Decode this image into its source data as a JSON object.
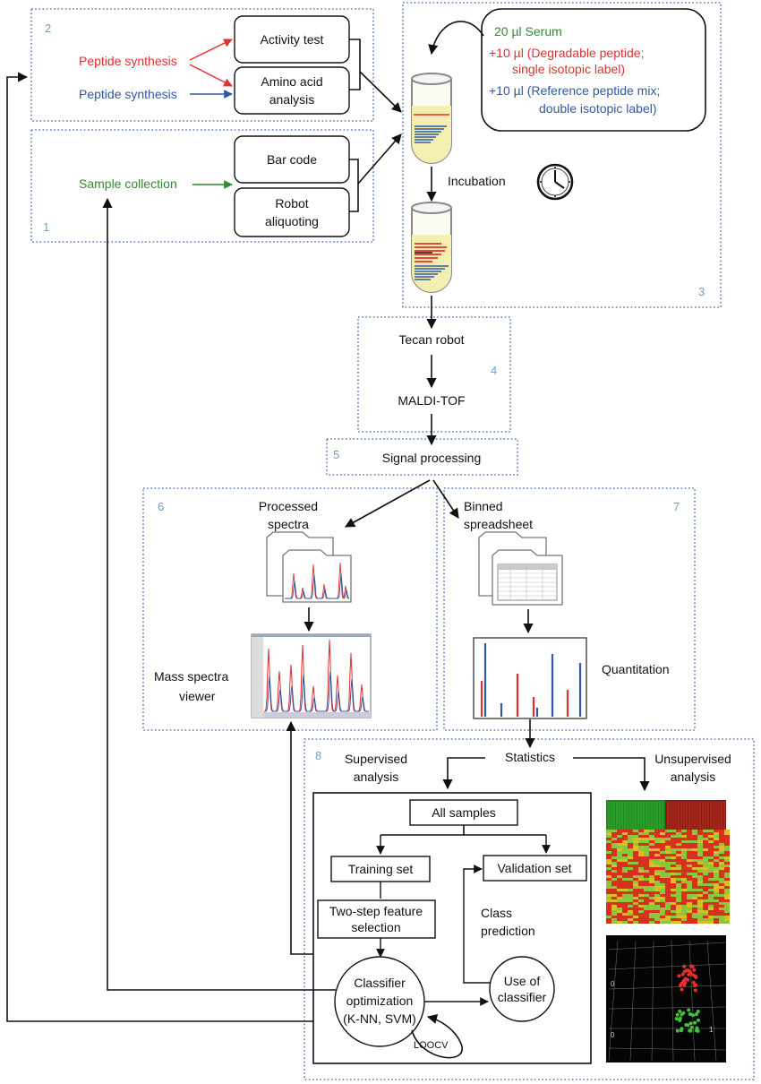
{
  "panels": {
    "p1": "1",
    "p2": "2",
    "p3": "3",
    "p4": "4",
    "p5": "5",
    "p6": "6",
    "p7": "7",
    "p8": "8"
  },
  "panel2": {
    "peptide_synthesis_red": "Peptide synthesis",
    "peptide_synthesis_blue": "Peptide synthesis",
    "activity_test": "Activity test",
    "amino_acid_line1": "Amino acid",
    "amino_acid_line2": "analysis"
  },
  "panel1": {
    "sample_collection": "Sample collection",
    "bar_code": "Bar code",
    "robot_line1": "Robot",
    "robot_line2": "aliquoting"
  },
  "panel3": {
    "serum": "20 µl Serum",
    "degradable_line1": "+10 µl (Degradable peptide;",
    "degradable_line2": "single isotopic label)",
    "reference_line1": "+10 µl (Reference peptide mix;",
    "reference_line2": "double isotopic label)",
    "incubation": "Incubation"
  },
  "panel4": {
    "tecan": "Tecan robot",
    "maldi": "MALDI-TOF"
  },
  "panel5": {
    "signal": "Signal processing"
  },
  "panel6": {
    "processed_line1": "Processed",
    "processed_line2": "spectra",
    "viewer_line1": "Mass spectra",
    "viewer_line2": "viewer"
  },
  "panel7": {
    "binned_line1": "Binned",
    "binned_line2": "spreadsheet",
    "quantitation": "Quantitation"
  },
  "panel8": {
    "statistics": "Statistics",
    "supervised_line1": "Supervised",
    "supervised_line2": "analysis",
    "unsupervised_line1": "Unsupervised",
    "unsupervised_line2": "analysis",
    "all_samples": "All samples",
    "training_set": "Training set",
    "validation_set": "Validation set",
    "feature_line1": "Two-step feature",
    "feature_line2": "selection",
    "class_line1": "Class",
    "class_line2": "prediction",
    "classifier_line1": "Classifier",
    "classifier_line2": "optimization",
    "classifier_line3": "(K-NN, SVM)",
    "use_line1": "Use of",
    "use_line2": "classifier",
    "loocv": "LOOCV",
    "axis_0a": "0",
    "axis_0b": "0",
    "axis_1": "1"
  },
  "colors": {
    "red": "#e03030",
    "blue": "#2f58a8",
    "green": "#2e8b2e",
    "panel_border": "#3a5fa8",
    "panel_number": "#6aa0d8",
    "tube_fill": "#f4eeb0"
  }
}
